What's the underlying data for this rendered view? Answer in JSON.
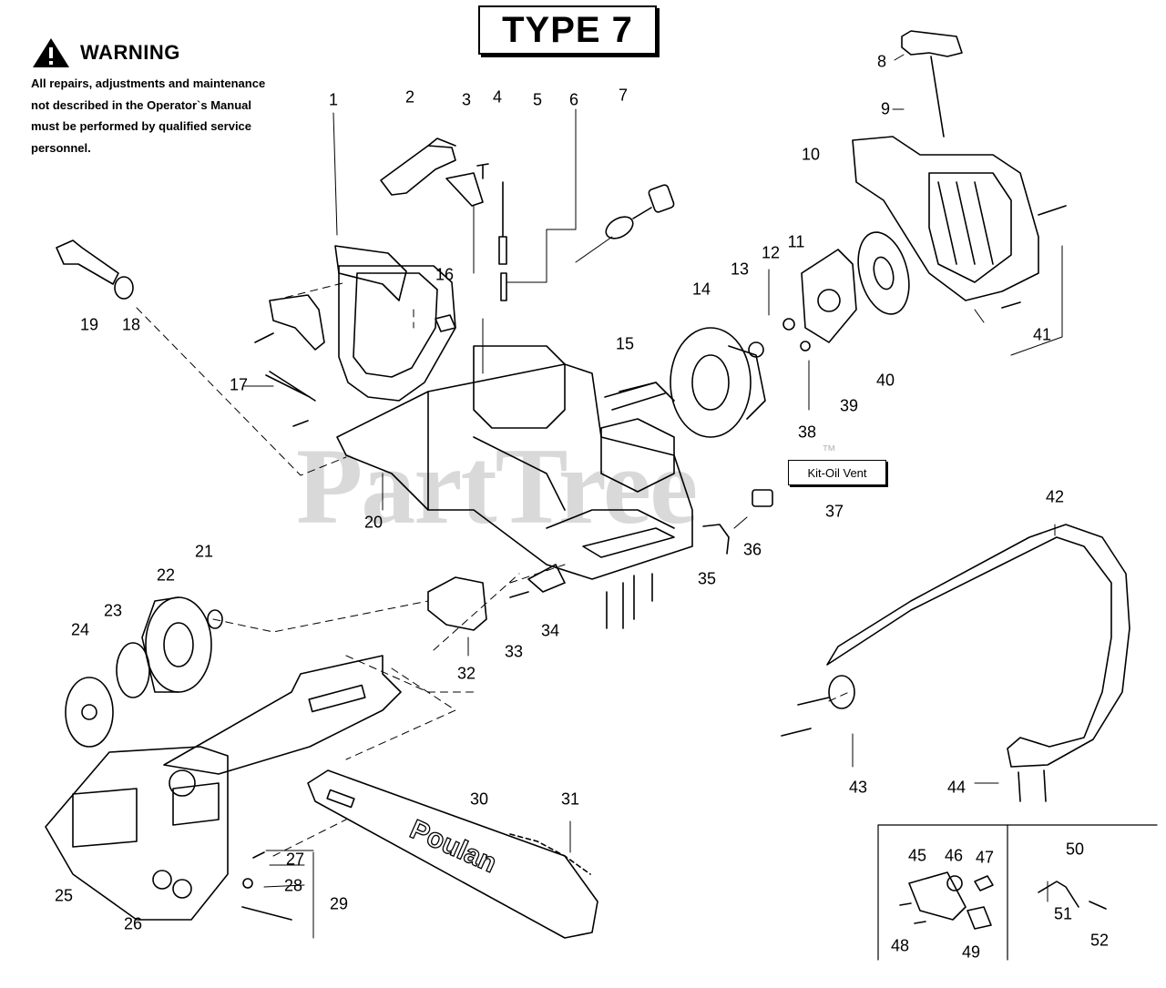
{
  "title": "TYPE 7",
  "warning": {
    "heading": "WARNING",
    "text": "All repairs, adjustments and maintenance\nnot described in the Operator`s Manual\nmust be performed by qualified  service\npersonnel."
  },
  "watermark": "PartTree",
  "trademark": "™",
  "callout": "Kit-Oil Vent",
  "bar_brand": "Poulan",
  "part_numbers": [
    "1",
    "2",
    "3",
    "4",
    "5",
    "6",
    "7",
    "8",
    "9",
    "10",
    "11",
    "12",
    "13",
    "14",
    "15",
    "16",
    "17",
    "18",
    "19",
    "20",
    "21",
    "22",
    "23",
    "24",
    "25",
    "26",
    "27",
    "28",
    "29",
    "30",
    "31",
    "32",
    "33",
    "34",
    "35",
    "36",
    "37",
    "38",
    "39",
    "40",
    "41",
    "42",
    "43",
    "44",
    "45",
    "46",
    "47",
    "48",
    "49",
    "50",
    "51",
    "52"
  ]
}
